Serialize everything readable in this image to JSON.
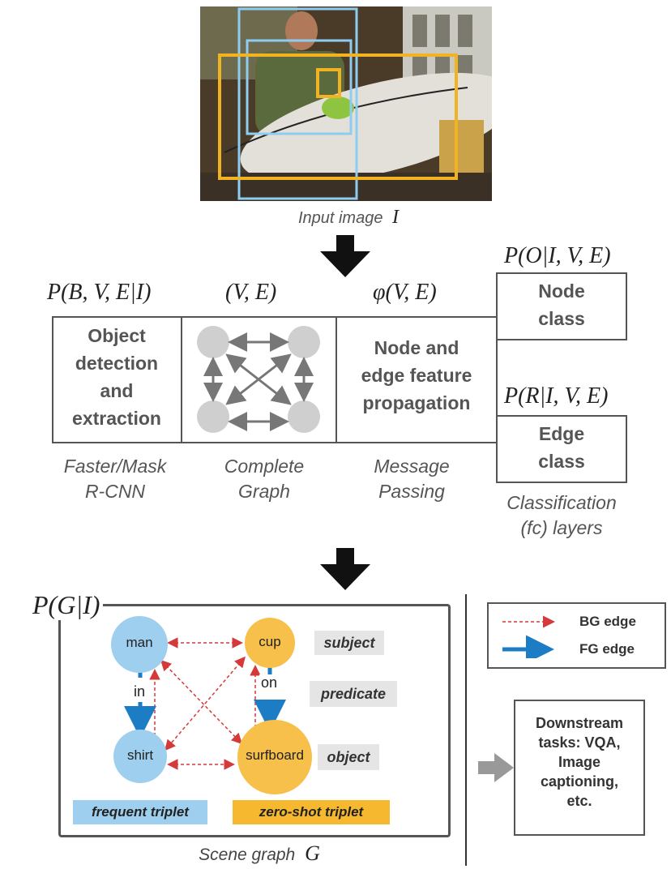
{
  "top": {
    "image_caption": "Input image",
    "image_symbol": "I"
  },
  "pipeline": {
    "formulas": {
      "detection": "P(B, V, E|I)",
      "graph": "(V, E)",
      "message": "φ(V, E)",
      "node": "P(O|I, V, E)",
      "edge": "P(R|I, V, E)"
    },
    "boxes": {
      "detection": [
        "Object",
        "detection",
        "and",
        "extraction"
      ],
      "message": [
        "Node and",
        "edge feature",
        "propagation"
      ],
      "node": [
        "Node",
        "class"
      ],
      "edge": [
        "Edge",
        "class"
      ]
    },
    "captions": {
      "detection": [
        "Faster/Mask",
        "R-CNN"
      ],
      "graph": [
        "Complete",
        "Graph"
      ],
      "message": [
        "Message",
        "Passing"
      ],
      "classification": [
        "Classification",
        "(fc) layers"
      ]
    }
  },
  "scene": {
    "formula": "P(G|I)",
    "nodes": {
      "man": "man",
      "cup": "cup",
      "shirt": "shirt",
      "surfboard": "surfboard"
    },
    "predicates": {
      "in": "in",
      "on": "on"
    },
    "legend_tags": {
      "subject": "subject",
      "predicate": "predicate",
      "object": "object"
    },
    "triplets": {
      "frequent": "frequent triplet",
      "zero_shot": "zero-shot triplet"
    },
    "caption": "Scene graph",
    "caption_symbol": "G"
  },
  "legend": {
    "bg_edge": "BG edge",
    "fg_edge": "FG edge"
  },
  "downstream": {
    "lines": [
      "Downstream",
      "tasks: VQA,",
      "Image",
      "captioning,",
      "etc."
    ]
  },
  "colors": {
    "blue_node": "#9ecfee",
    "yellow_node": "#f7c04a",
    "fg_edge": "#1c7cc4",
    "bg_edge": "#d43a3a",
    "frequent_bg": "#9ecfee",
    "zero_shot_bg": "#f5b82e",
    "gray_node": "#cfcfcf"
  }
}
